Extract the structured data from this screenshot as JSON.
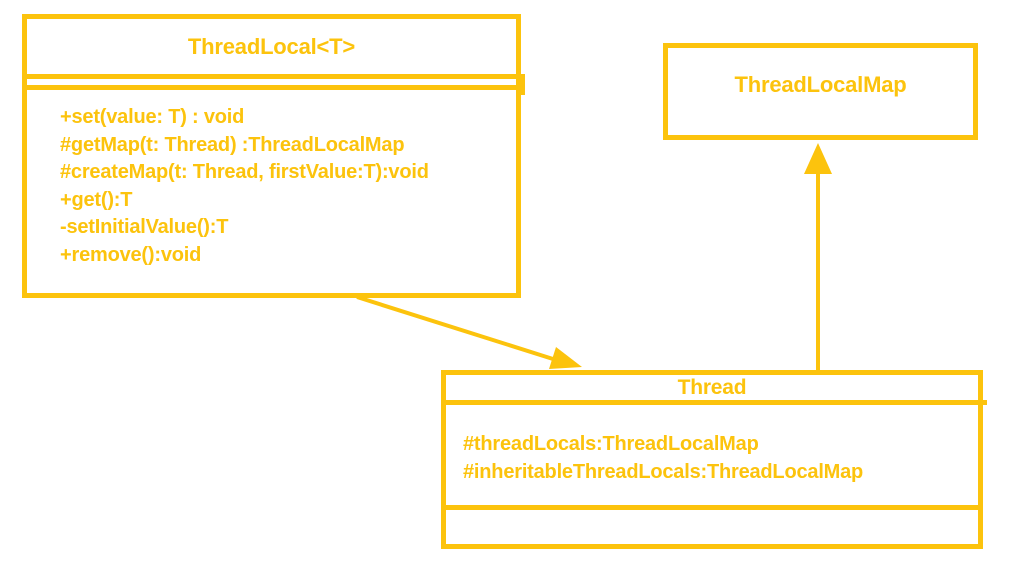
{
  "diagram": {
    "type": "uml-class-diagram",
    "accent_color": "#FCC30D",
    "background_color": "#FFFFFF",
    "classes": [
      {
        "name": "ThreadLocal<T>",
        "attributes": [],
        "methods": [
          "+set(value: T) : void",
          "#getMap(t: Thread) :ThreadLocalMap",
          "#createMap(t: Thread, firstValue:T):void",
          "+get():T",
          "-setInitialValue():T",
          "+remove():void"
        ]
      },
      {
        "name": "ThreadLocalMap",
        "attributes": [],
        "methods": []
      },
      {
        "name": "Thread",
        "attributes": [
          "#threadLocals:ThreadLocalMap",
          "#inheritableThreadLocals:ThreadLocalMap"
        ],
        "methods": []
      }
    ],
    "relations": [
      {
        "from": "ThreadLocal<T>",
        "to": "Thread",
        "style": "solid-line-filled-arrowhead"
      },
      {
        "from": "Thread",
        "to": "ThreadLocalMap",
        "style": "solid-line-filled-arrowhead"
      }
    ]
  }
}
